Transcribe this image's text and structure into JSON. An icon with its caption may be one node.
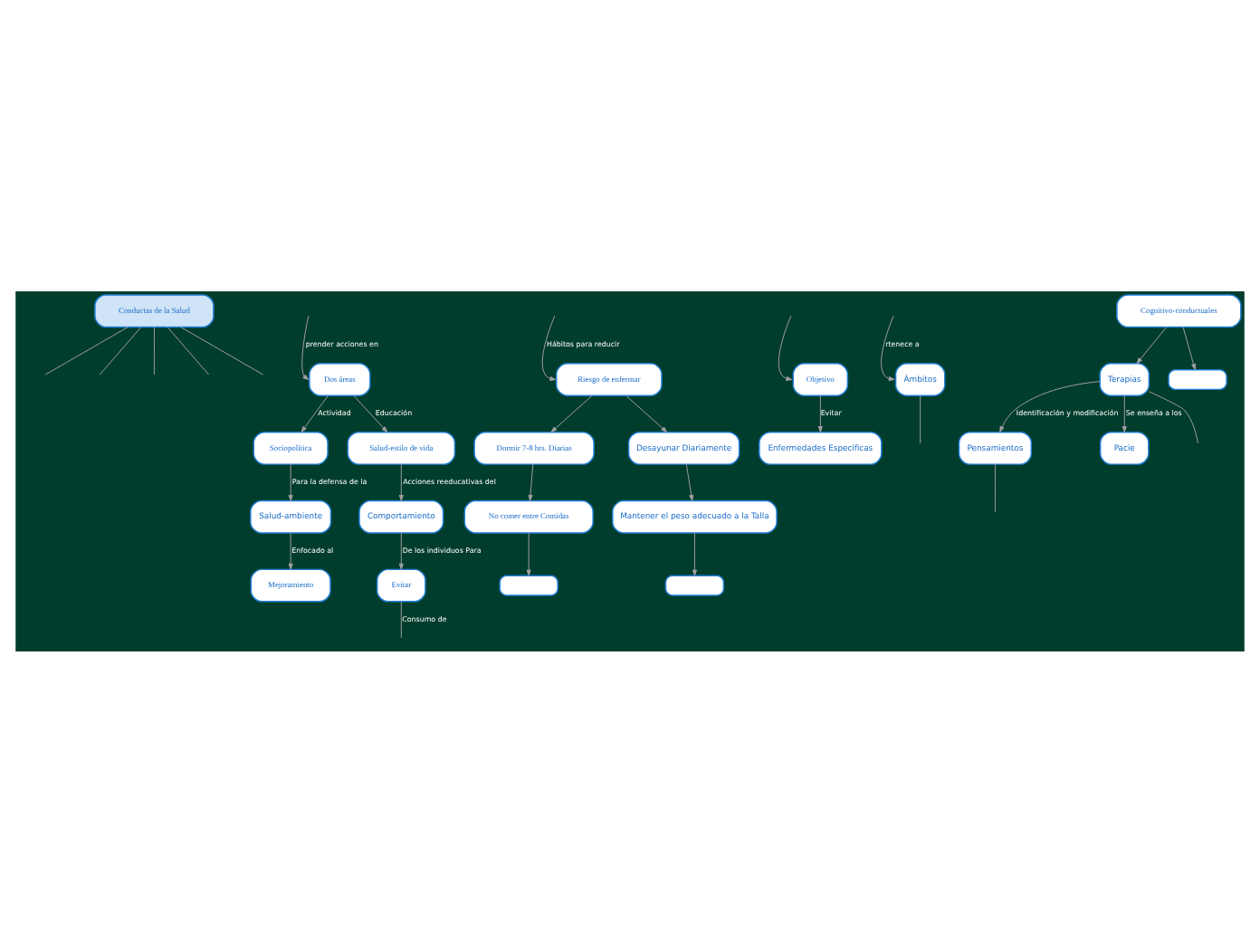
{
  "diagram": {
    "nodes": [
      {
        "text": [
          "Conductas de la Salud"
        ]
      },
      {
        "text": [
          "Dos áreas"
        ]
      },
      {
        "text": [
          "Sociopolítica"
        ]
      },
      {
        "text": [
          "Salud-estilo de vida"
        ]
      },
      {
        "text": [
          "Riesgo de enfermar"
        ]
      },
      {
        "text": [
          "Objetivo"
        ]
      },
      {
        "text": [
          "Enfermedades Específicas"
        ]
      },
      {
        "text": [
          "Ámbitos"
        ]
      },
      {
        "text": [
          "Dormir 7-8 hrs. Diarias"
        ]
      },
      {
        "text": [
          "No comer entre Comidas"
        ]
      },
      {
        "text": [
          "Desayunar Diariamente"
        ]
      },
      {
        "text": [
          "Mantener el peso adecuado a la Talla"
        ]
      },
      {
        "text": [
          "Salud-ambiente"
        ]
      },
      {
        "text": [
          "Mejoramiento"
        ]
      },
      {
        "text": [
          "Comportamiento"
        ]
      },
      {
        "text": [
          "Evitar"
        ]
      },
      {
        "text": [
          "Cognitivo-conductuales"
        ]
      },
      {
        "text": [
          "Terapias"
        ]
      },
      {
        "text": [
          "Pensamientos"
        ]
      },
      {
        "text": [
          "Pacie"
        ]
      },
      {
        "text": [],
        "shape": "box"
      },
      {
        "text": [],
        "shape": "box"
      },
      {
        "text": [],
        "shape": "box"
      }
    ],
    "edges": [
      {
        "from": 0,
        "to": null,
        "arrow": "none"
      },
      {
        "from": 0,
        "to": null,
        "arrow": "none"
      },
      {
        "from": 0,
        "to": null,
        "arrow": "none"
      },
      {
        "from": 0,
        "to": null,
        "arrow": "none"
      },
      {
        "from": 0,
        "to": null,
        "arrow": "none"
      },
      {
        "from": null,
        "to": 1,
        "arrow": "to",
        "label": "prender acciones en"
      },
      {
        "from": 1,
        "to": 2,
        "arrow": "to",
        "label": "Actividad"
      },
      {
        "from": 1,
        "to": 3,
        "arrow": "to",
        "label": "Educación"
      },
      {
        "from": null,
        "to": 4,
        "arrow": "to",
        "label": "Hábitos para reducir"
      },
      {
        "from": 4,
        "to": 8,
        "arrow": "to"
      },
      {
        "from": 4,
        "to": 10,
        "arrow": "to"
      },
      {
        "from": null,
        "to": 5,
        "arrow": "to"
      },
      {
        "from": 5,
        "to": 6,
        "arrow": "to",
        "label": "Evitar"
      },
      {
        "from": null,
        "to": 7,
        "arrow": "to",
        "label": "rtenece a"
      },
      {
        "from": 7,
        "to": null,
        "arrow": "none"
      },
      {
        "from": 8,
        "to": 9,
        "arrow": "to"
      },
      {
        "from": 9,
        "to": 20,
        "arrow": "to"
      },
      {
        "from": 10,
        "to": 11,
        "arrow": "to"
      },
      {
        "from": 11,
        "to": 21,
        "arrow": "to"
      },
      {
        "from": 2,
        "to": 12,
        "arrow": "to",
        "label": "Para la defensa de la"
      },
      {
        "from": 12,
        "to": 13,
        "arrow": "to",
        "label": "Enfocado al"
      },
      {
        "from": 3,
        "to": 14,
        "arrow": "to",
        "label": "Acciones reeducativas del"
      },
      {
        "from": 14,
        "to": 15,
        "arrow": "to",
        "label": "De los individuos Para"
      },
      {
        "from": 15,
        "to": null,
        "arrow": "none",
        "label": "Consumo de"
      },
      {
        "from": 16,
        "to": 17,
        "arrow": "to"
      },
      {
        "from": 16,
        "to": 22,
        "arrow": "to"
      },
      {
        "from": 17,
        "to": 18,
        "arrow": "to",
        "label": "Identificación y modificación"
      },
      {
        "from": 17,
        "to": 19,
        "arrow": "to",
        "label": "Se enseña a los"
      },
      {
        "from": 17,
        "to": null,
        "arrow": "none"
      },
      {
        "from": 18,
        "to": null,
        "arrow": "none"
      }
    ]
  }
}
